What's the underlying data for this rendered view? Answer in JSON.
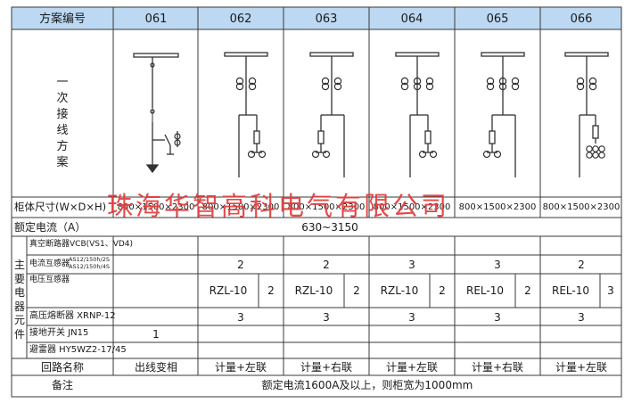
{
  "header": {
    "label": "方案编号",
    "schemes": [
      "061",
      "062",
      "063",
      "064",
      "065",
      "066"
    ]
  },
  "primary_scheme_label": "一次接线方案",
  "cabinet_size": {
    "label": "柜体尺寸(W×D×H)",
    "values": [
      "800×1500×2300",
      "800×1500×2300",
      "800×1500×2300",
      "800×1500×2300",
      "800×1500×2300",
      "800×1500×2300"
    ]
  },
  "rated_current": {
    "label": "额定电流（A）",
    "value": "630~3150"
  },
  "main_components": {
    "group_label": "主要电器元件",
    "vcb": {
      "label": "真空断路器VCB(VS1、VD4)"
    },
    "ct": {
      "label": "电流互感器",
      "spec_line1": "AS12/150h/2S",
      "spec_line2": "AS12/150h/4S",
      "values": [
        "",
        "2",
        "2",
        "3",
        "3",
        "2"
      ]
    },
    "vt": {
      "label": "电压互感器",
      "models": [
        "",
        "RZL-10",
        "RZL-10",
        "RZL-10",
        "REL-10",
        "REL-10"
      ],
      "qty": [
        "",
        "2",
        "2",
        "2",
        "2",
        "3"
      ]
    },
    "fuse": {
      "label": "高压熔断器 XRNP-12",
      "values": [
        "",
        "3",
        "3",
        "3",
        "3",
        "3"
      ]
    },
    "earthing": {
      "label": "接地开关 JN15",
      "values": [
        "1",
        "",
        "",
        "",
        "",
        ""
      ]
    },
    "arrester": {
      "label": "避雷器 HY5WZ2-17/45"
    }
  },
  "circuit_name": {
    "label": "回路名称",
    "values": [
      "出线变相",
      "计量+左联",
      "计量+右联",
      "计量+左联",
      "计量+右联",
      "计量+左联"
    ]
  },
  "remarks": {
    "label": "备注",
    "value": "额定电流1600A及以上，则柜宽为1000mm"
  },
  "watermark": "珠海华智高科电气有限公司",
  "colors": {
    "header_bg": "#bcd8f2",
    "line": "#3a3a3a",
    "watermark": "#e23b3b"
  }
}
